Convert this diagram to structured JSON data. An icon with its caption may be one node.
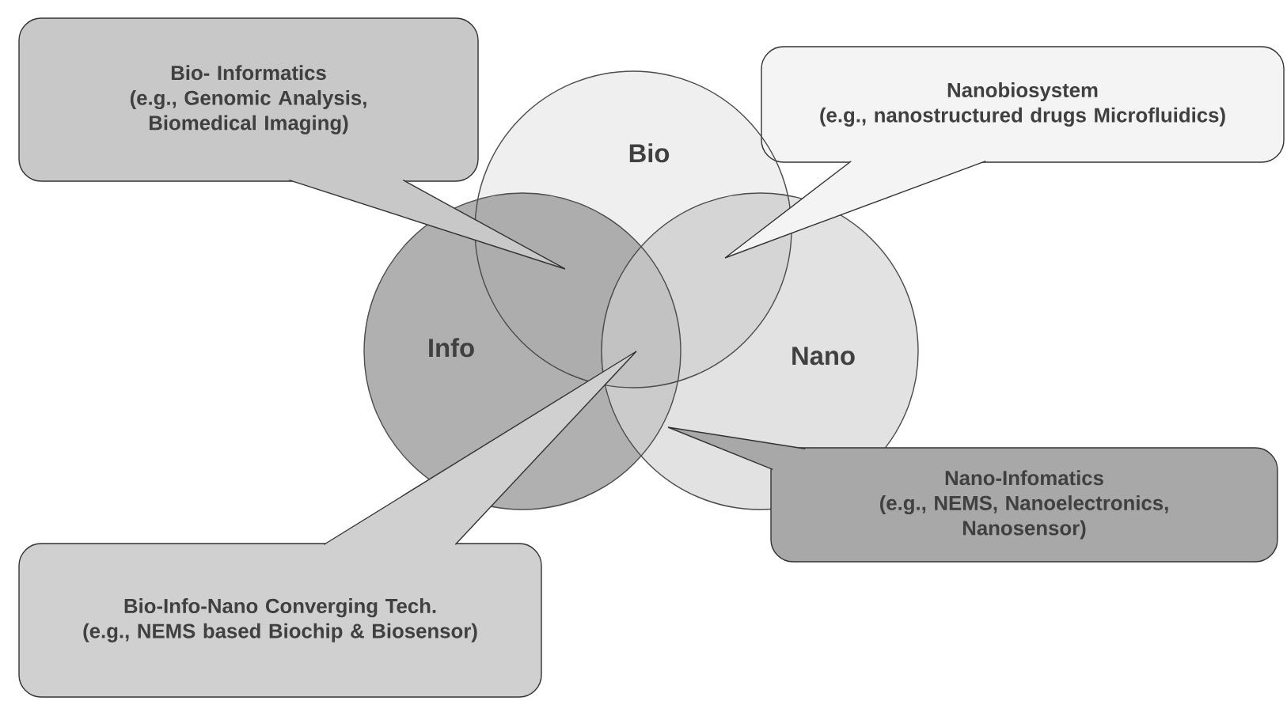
{
  "diagram": {
    "nodes": [
      {
        "text": [
          "Bio- Informatics",
          "(e.g., Genomic Analysis, Biomedical Imaging)"
        ]
      },
      {
        "text": [
          "Nanobiosystem",
          "(e.g., nanostructured drugs Microfluidics)"
        ]
      },
      {
        "text": [
          "Bio"
        ]
      },
      {
        "text": [
          "Info"
        ]
      },
      {
        "text": [
          "Nano"
        ]
      },
      {
        "text": [
          "Nano-Infomatics",
          "(e.g., NEMS, Nanoelectronics, Nanosensor)"
        ]
      },
      {
        "text": [
          "Bio-Info-Nano Converging Tech.",
          "(e.g., NEMS based Biochip & Biosensor)"
        ]
      }
    ],
    "edges": [
      {
        "from": 0,
        "to": null,
        "arrow": "none"
      },
      {
        "from": 1,
        "to": null,
        "arrow": "none"
      },
      {
        "from": 5,
        "to": 4,
        "arrow": "none"
      },
      {
        "from": 6,
        "to": null,
        "arrow": "none"
      }
    ]
  }
}
